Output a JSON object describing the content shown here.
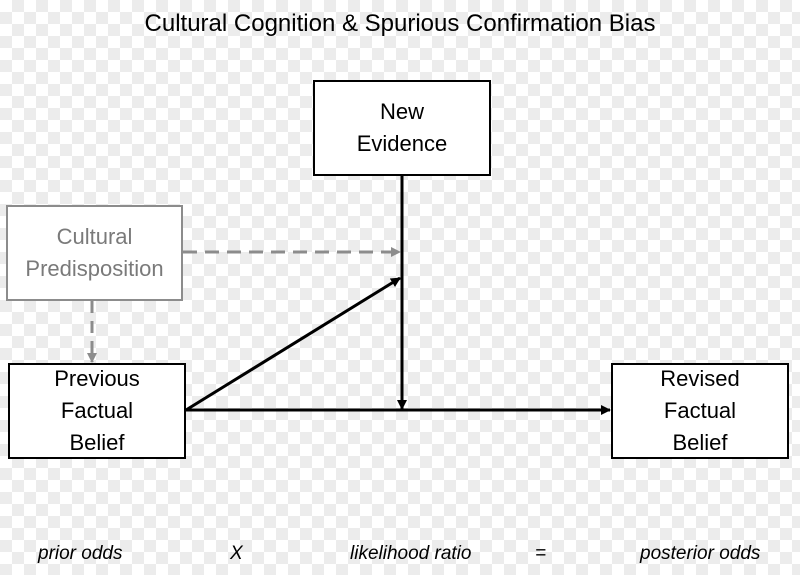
{
  "title": "Cultural Cognition & Spurious Confirmation Bias",
  "nodes": {
    "new_evidence": "New\nEvidence",
    "cultural_predisposition": "Cultural\nPredisposition",
    "previous_factual_belief": "Previous\nFactual\nBelief",
    "revised_factual_belief": "Revised\nFactual\nBelief"
  },
  "formula": {
    "prior": "prior odds",
    "times": "X",
    "likelihood": "likelihood ratio",
    "equals": "=",
    "posterior": "posterior odds"
  },
  "colors": {
    "solid_arrow": "#000000",
    "dashed_arrow": "#8c8c8c"
  }
}
